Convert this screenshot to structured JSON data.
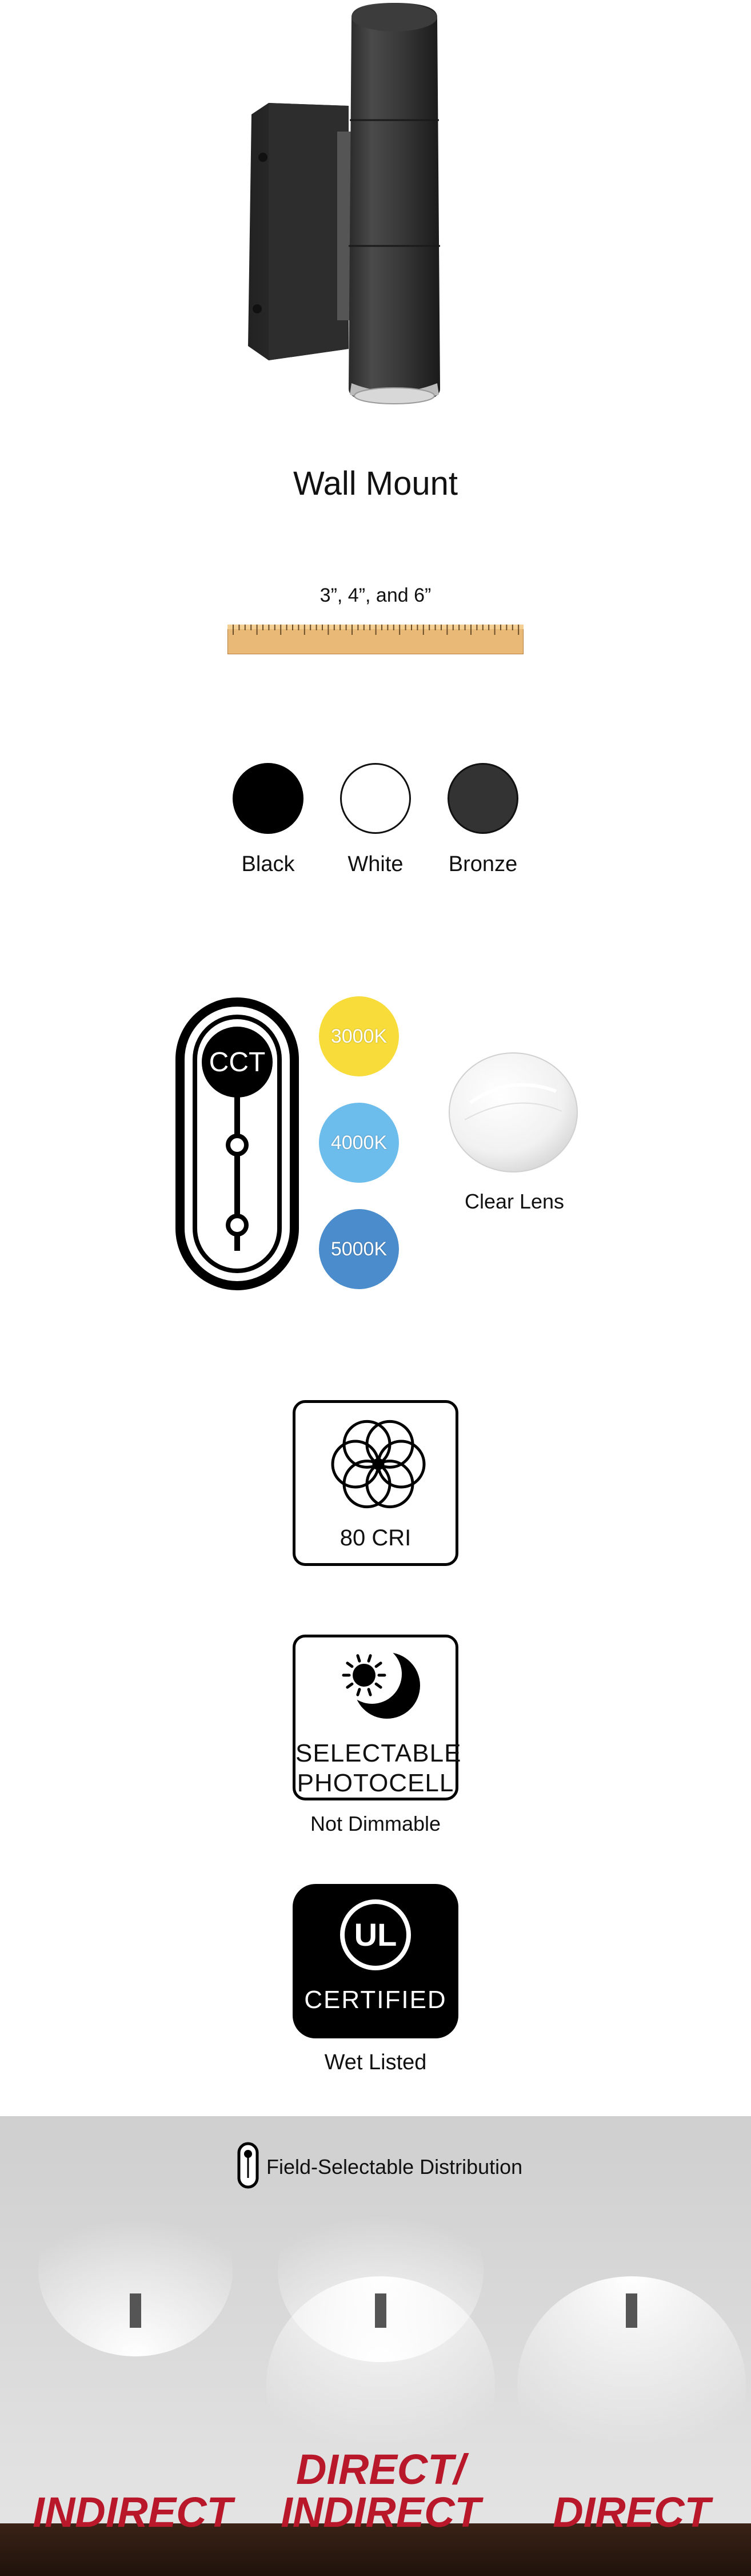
{
  "product": {
    "mount_label": "Wall Mount"
  },
  "size": {
    "label": "3”, 4”, and 6”"
  },
  "finishes": [
    {
      "label": "Black",
      "color": "#000000"
    },
    {
      "label": "White",
      "color": "#ffffff"
    },
    {
      "label": "Bronze",
      "color": "#333333"
    }
  ],
  "cct": {
    "icon_text": "CCT",
    "options": [
      {
        "label": "3000K",
        "color": "#f7dc3a"
      },
      {
        "label": "4000K",
        "color": "#6cbcec"
      },
      {
        "label": "5000K",
        "color": "#4a8ccc"
      }
    ]
  },
  "lens": {
    "label": "Clear Lens"
  },
  "cri": {
    "label": "80 CRI"
  },
  "photocell": {
    "line1": "SELECTABLE",
    "line2": "PHOTOCELL",
    "dimming": "Not Dimmable"
  },
  "certification": {
    "logo": "UL",
    "label": "CERTIFIED",
    "rating": "Wet Listed"
  },
  "distribution": {
    "title": "Field-Selectable Distribution",
    "modes": [
      "INDIRECT",
      "DIRECT/",
      "INDIRECT",
      "DIRECT"
    ],
    "accent": "#b8182a"
  }
}
